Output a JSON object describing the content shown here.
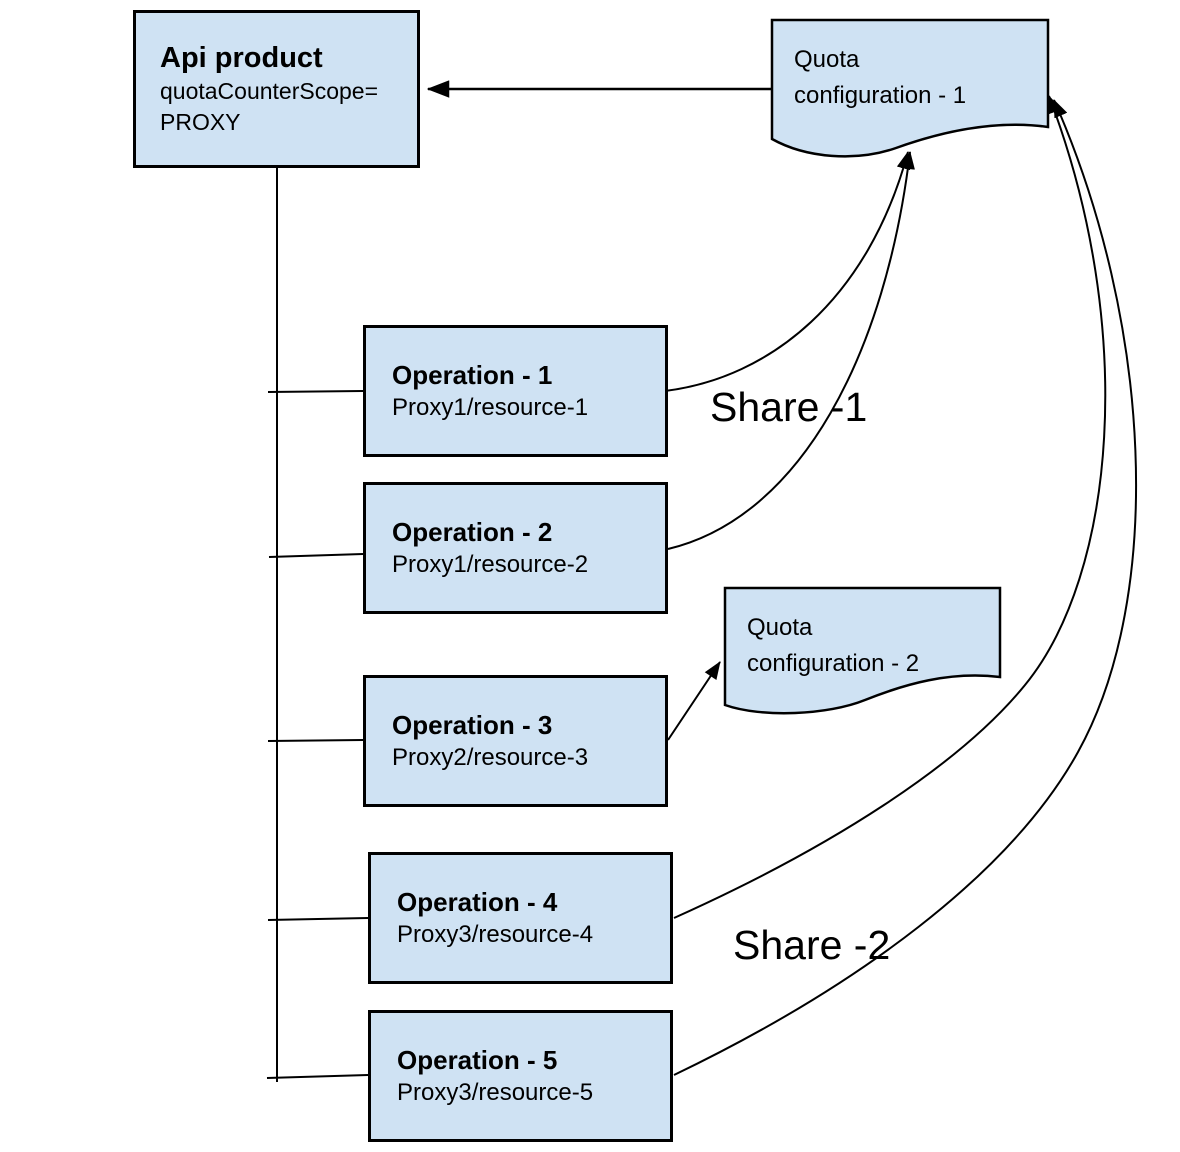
{
  "diagram": {
    "api_product": {
      "title": "Api product",
      "attr_line1": "quotaCounterScope=",
      "attr_line2": "PROXY"
    },
    "quota_configs": [
      {
        "line1": "Quota",
        "line2": "configuration - 1"
      },
      {
        "line1": "Quota",
        "line2": "configuration - 2"
      }
    ],
    "operations": [
      {
        "title": "Operation - 1",
        "path": "Proxy1/resource-1"
      },
      {
        "title": "Operation - 2",
        "path": "Proxy1/resource-2"
      },
      {
        "title": "Operation - 3",
        "path": "Proxy2/resource-3"
      },
      {
        "title": "Operation - 4",
        "path": "Proxy3/resource-4"
      },
      {
        "title": "Operation - 5",
        "path": "Proxy3/resource-5"
      }
    ],
    "labels": {
      "share1": "Share -1",
      "share2": "Share -2"
    },
    "colors": {
      "node_fill": "#cfe2f3",
      "node_border": "#000000",
      "connector": "#000000",
      "background": "#ffffff"
    }
  }
}
